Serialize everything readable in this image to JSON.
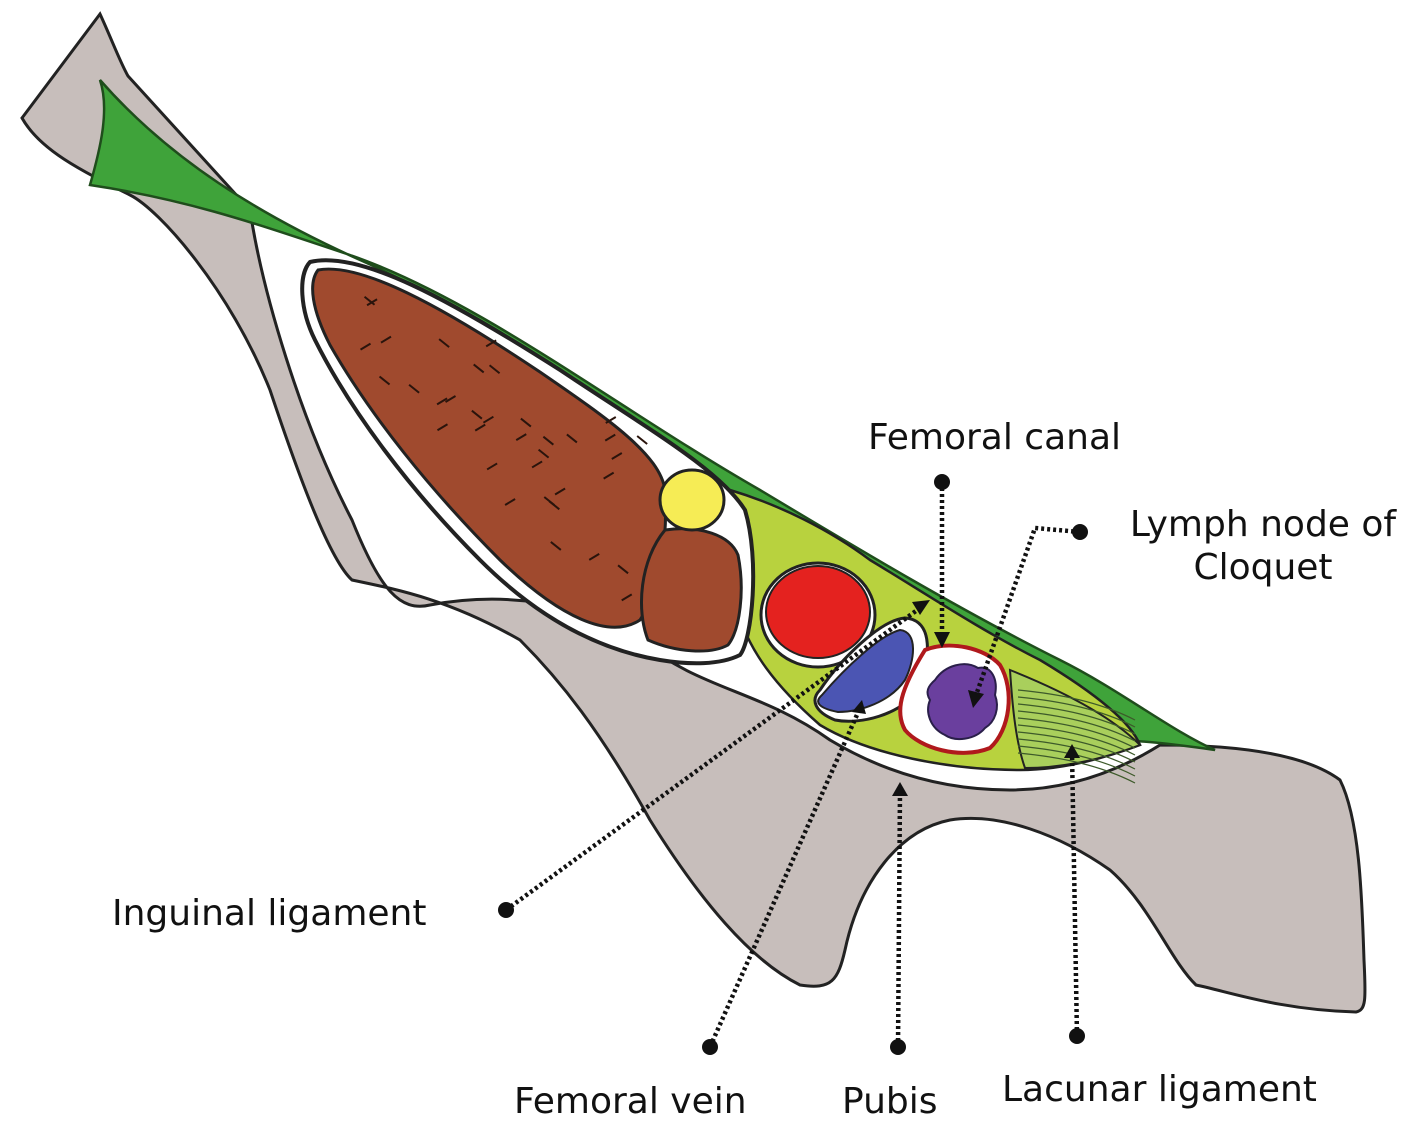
{
  "labels": {
    "femoral_canal": "Femoral canal",
    "lymph_node_line1": "Lymph node of",
    "lymph_node_line2": "Cloquet",
    "inguinal_ligament": "Inguinal ligament",
    "femoral_vein": "Femoral vein",
    "pubis": "Pubis",
    "lacunar_ligament": "Lacunar ligament"
  },
  "colors": {
    "bone": "#c7bebb",
    "ligament_green": "#3fa33a",
    "fascia_lime": "#b8d23e",
    "muscle_brown": "#a04a2e",
    "nerve_yellow": "#f6ec55",
    "artery_red": "#e4221f",
    "vein_blue": "#4b55b3",
    "lymph_node_purple": "#6a3f9e",
    "canal_outline": "#b0191c"
  }
}
